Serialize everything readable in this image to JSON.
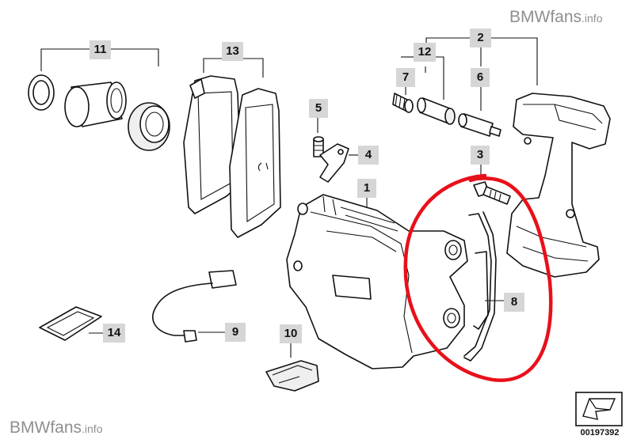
{
  "watermark": {
    "top": {
      "main": "BMWfans",
      "suffix": ".info"
    },
    "bottom": {
      "main": "BMWfans",
      "suffix": ".info"
    }
  },
  "callouts": [
    {
      "id": "c11",
      "label": "11",
      "part": "caliper repair kit: seal ring, piston, boot"
    },
    {
      "id": "c13",
      "label": "13",
      "part": "brake pads"
    },
    {
      "id": "c2",
      "label": "2",
      "part": "caliper carrier"
    },
    {
      "id": "c12",
      "label": "12",
      "part": "guide bolt set"
    },
    {
      "id": "c7",
      "label": "7",
      "part": "protective sleeve"
    },
    {
      "id": "c6",
      "label": "6",
      "part": "guide bolt"
    },
    {
      "id": "c5",
      "label": "5",
      "part": "bleeder valve"
    },
    {
      "id": "c4",
      "label": "4",
      "part": "bracket"
    },
    {
      "id": "c3",
      "label": "3",
      "part": "hex bolt"
    },
    {
      "id": "c1",
      "label": "1",
      "part": "brake caliper"
    },
    {
      "id": "c8",
      "label": "8",
      "part": "anti-rattle spring"
    },
    {
      "id": "c9",
      "label": "9",
      "part": "brake pad wear sensor"
    },
    {
      "id": "c10",
      "label": "10",
      "part": "clip"
    },
    {
      "id": "c14",
      "label": "14",
      "part": "grease packet"
    }
  ],
  "highlight": {
    "color": "#e8101a",
    "encircles": "8"
  },
  "diagram_code": "00197392"
}
